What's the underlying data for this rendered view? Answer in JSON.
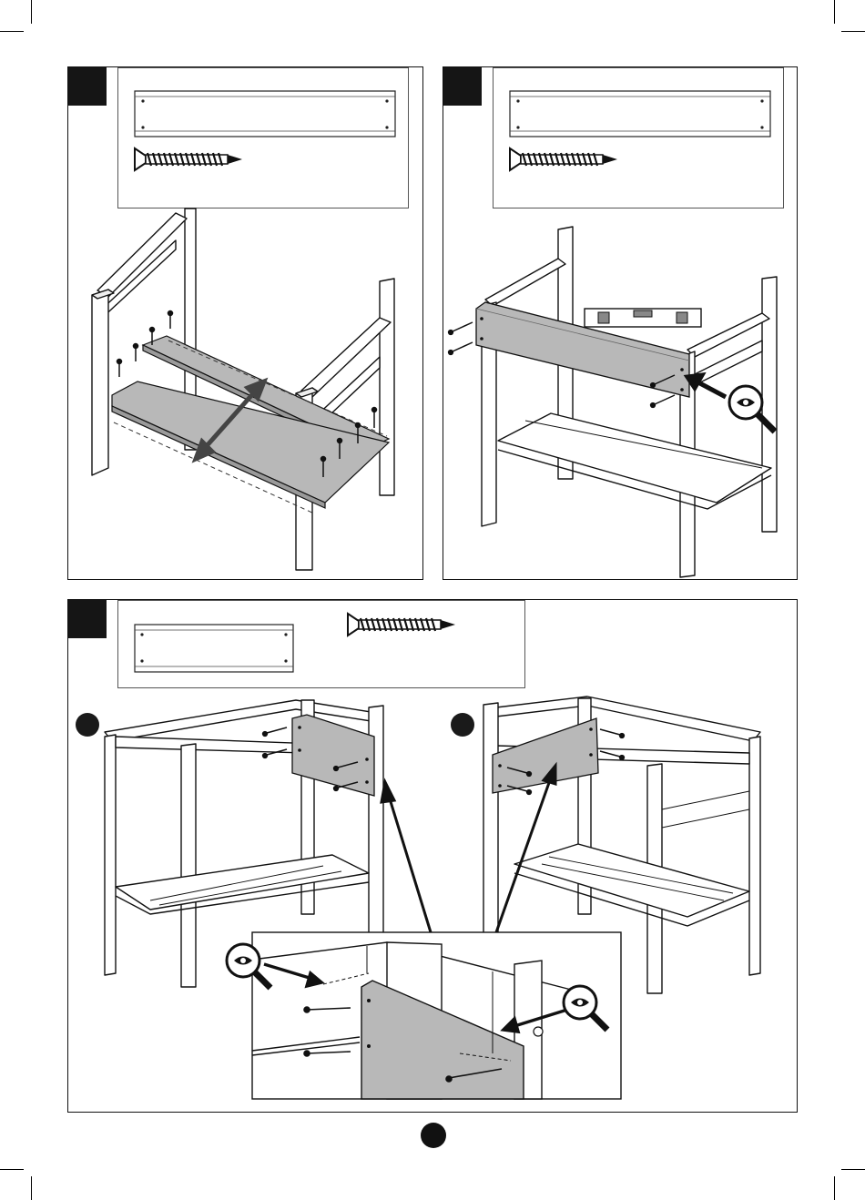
{
  "page": {
    "page_number": ""
  },
  "steps": [
    {
      "step_number": "",
      "parts": [
        "plank",
        "screw"
      ]
    },
    {
      "step_number": "",
      "parts": [
        "plank",
        "screw"
      ]
    },
    {
      "step_number": "",
      "parts": [
        "plank",
        "screw"
      ],
      "sub_views": [
        "",
        ""
      ]
    }
  ],
  "colors": {
    "ink": "#111111",
    "panel_fill": "#b8b8b8",
    "badge": "#151515"
  },
  "icons": [
    "screw-icon",
    "plank-icon",
    "eye-magnifier-icon",
    "spirit-level-icon",
    "double-arrow-icon"
  ]
}
